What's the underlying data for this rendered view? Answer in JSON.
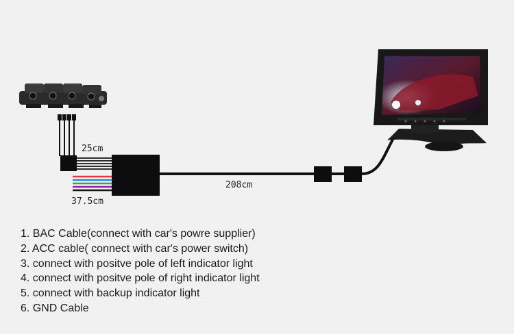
{
  "diagram": {
    "labels": {
      "camera_cable_length": "25cm",
      "main_cable_length": "208cm",
      "power_cable_length": "37.5cm"
    },
    "power_wire_colors": [
      "#e53935",
      "#1e88e5",
      "#43a047",
      "#8e24aa",
      "#111111"
    ],
    "legend": [
      "1. BAC Cable(connect with car's powre supplier)",
      "2. ACC cable( connect with car's power switch)",
      "3. connect with positve pole of left indicator light",
      "4. connect with positve pole of right indicator light",
      "5. connect with backup indicator light",
      "6. GND Cable"
    ]
  }
}
